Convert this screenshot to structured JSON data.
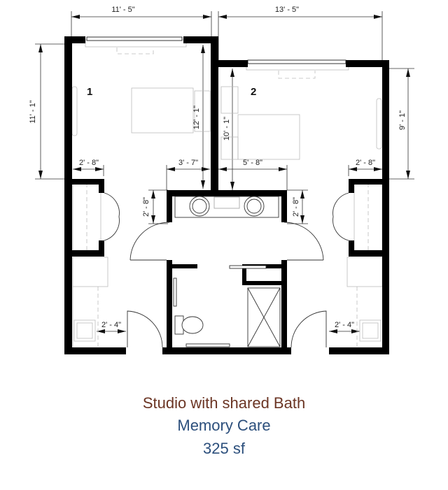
{
  "plan": {
    "rooms": [
      {
        "number": "1",
        "width_label": "11' - 5\"",
        "height_label": "11' - 1\"",
        "inner_height_label": "12' - 1\""
      },
      {
        "number": "2",
        "width_label": "13' - 5\"",
        "height_label": "9' - 1\"",
        "inner_height_label": "10' - 1\""
      }
    ],
    "dimensions": {
      "top_left": "11' - 5\"",
      "top_right": "13' - 5\"",
      "left_vertical": "11' - 1\"",
      "right_vertical": "9' - 1\"",
      "room1_inner_vertical": "12' - 1\"",
      "room2_inner_vertical": "10' - 1\"",
      "room1_closet_width": "2' - 8\"",
      "room1_right_offset": "3' - 7\"",
      "room2_left_offset": "5' - 8\"",
      "room2_closet_width": "2' - 8\"",
      "vanity_left_depth": "2' - 8\"",
      "vanity_right_depth": "2' - 8\"",
      "room1_sink_clearance": "2' - 4\"",
      "room2_sink_clearance": "2' - 4\""
    }
  },
  "caption": {
    "title": "Studio with shared Bath",
    "subtitle": "Memory Care",
    "area": "325 sf"
  },
  "colors": {
    "title": "#6b3524",
    "subtitle": "#2c4f7c",
    "wall": "#000000"
  }
}
